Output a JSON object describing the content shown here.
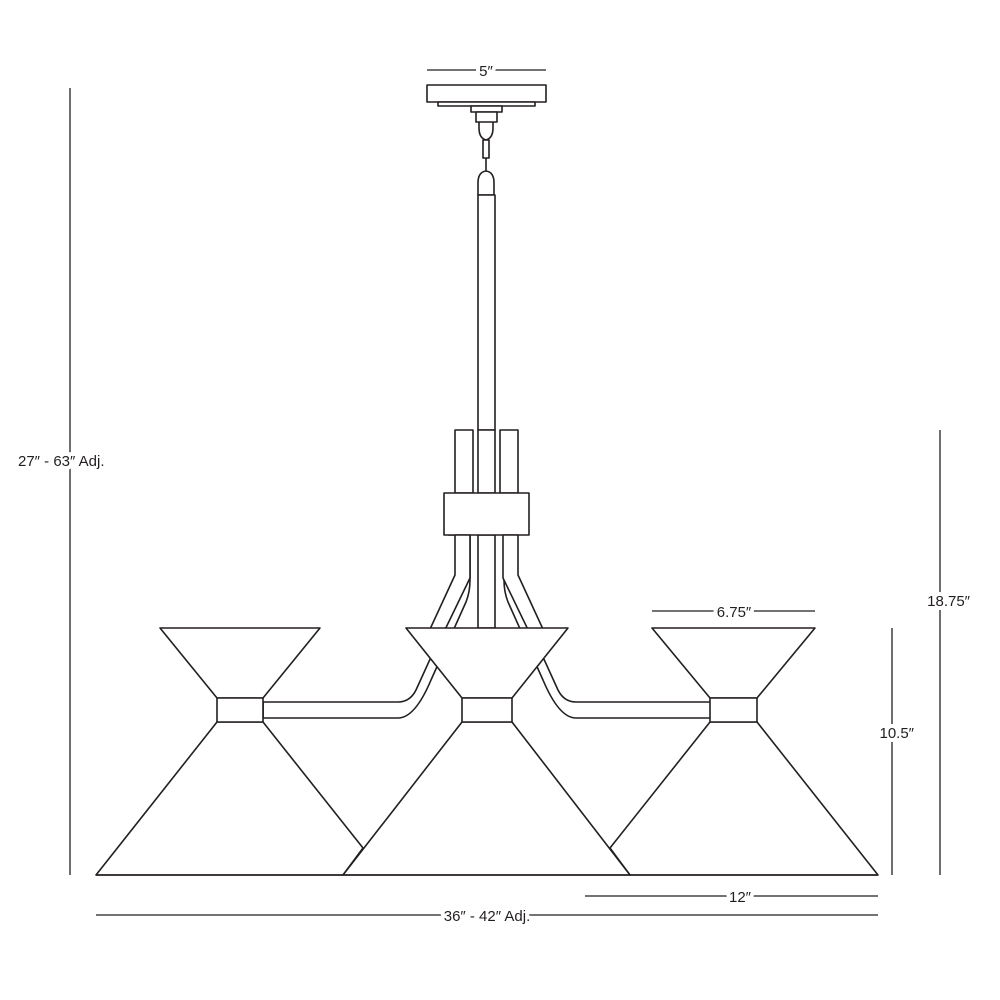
{
  "dimensions": {
    "canopy_width": "5″",
    "overall_height": "27″ - 63″ Adj.",
    "fixture_height": "18.75″",
    "shade_height": "10.5″",
    "shade_width": "6.75″",
    "shade_bottom_width": "12″",
    "overall_width": "36″ - 42″ Adj."
  },
  "colors": {
    "line": "#231f20",
    "background": "#ffffff"
  }
}
